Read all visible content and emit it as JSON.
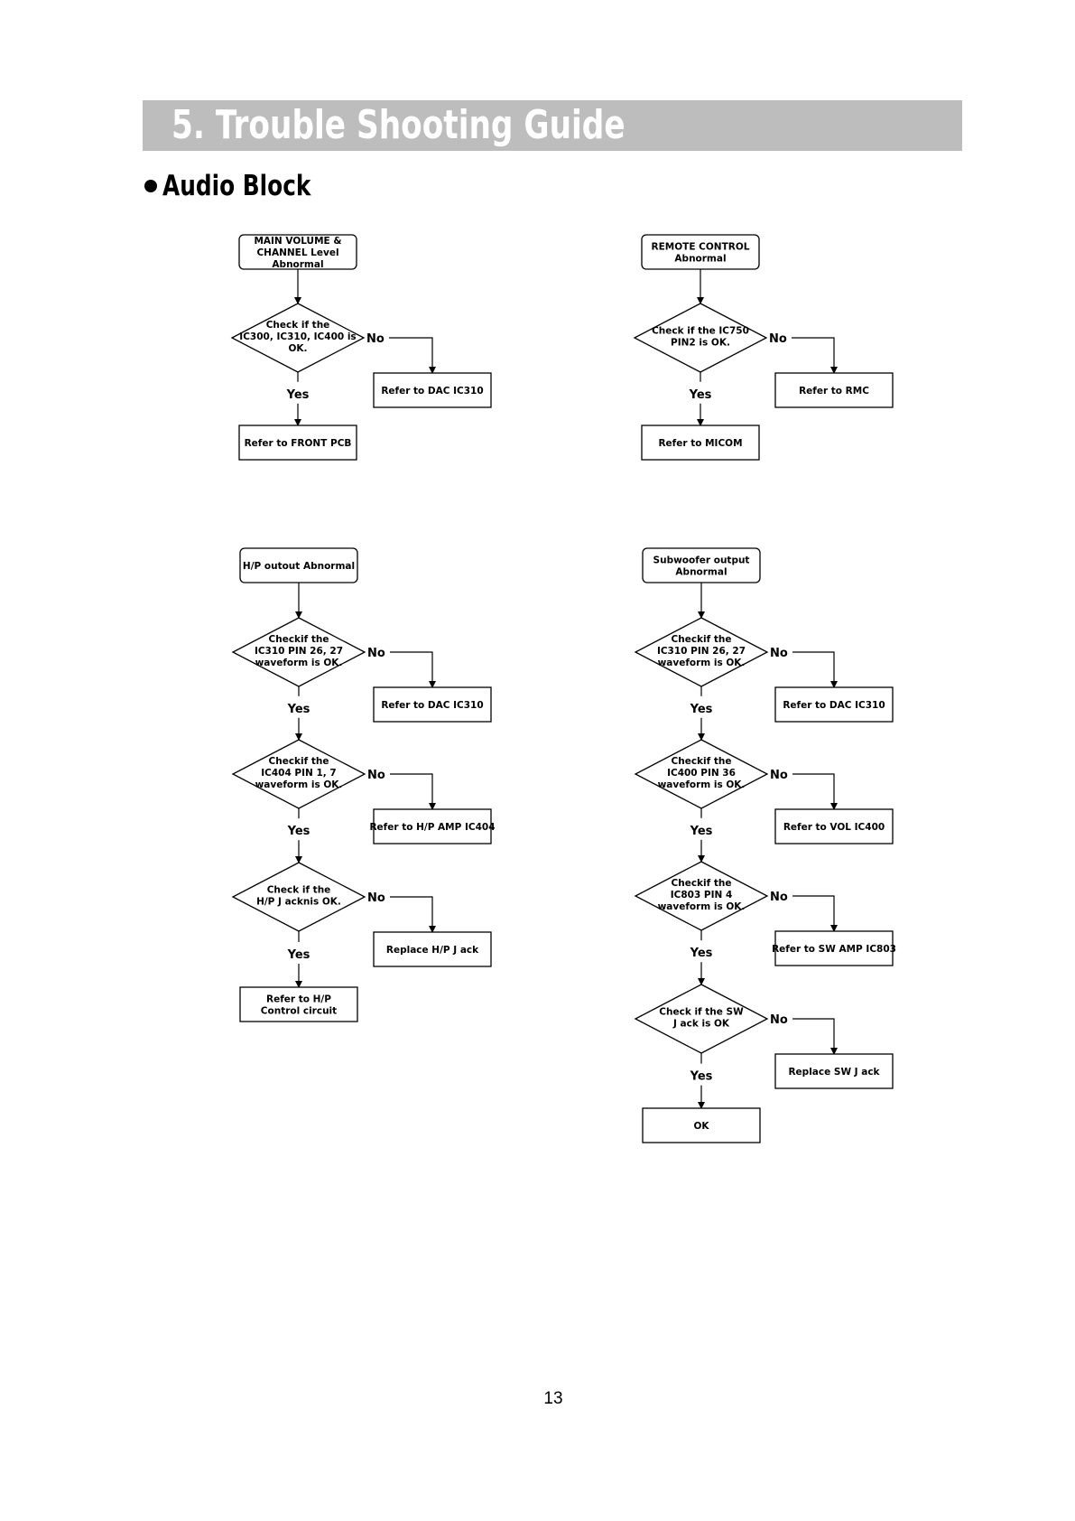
{
  "header": {
    "title": "5. Trouble Shooting Guide"
  },
  "section": {
    "title": "Audio Block"
  },
  "page_number": "13",
  "labels": {
    "yes": "Yes",
    "no": "No"
  },
  "flowcharts": [
    {
      "start": [
        "MAIN VOLUME &",
        "CHANNEL Level",
        "Abnormal"
      ],
      "steps": [
        {
          "check": [
            "Check if the",
            "IC300, IC310, IC400 is",
            "OK."
          ],
          "no_action": [
            "Refer to DAC IC310"
          ]
        }
      ],
      "end": [
        "Refer to FRONT PCB"
      ]
    },
    {
      "start": [
        "REMOTE CONTROL",
        "Abnormal"
      ],
      "steps": [
        {
          "check": [
            "Check if the IC750",
            "PIN2 is OK."
          ],
          "no_action": [
            "Refer to RMC"
          ]
        }
      ],
      "end": [
        "Refer to MICOM"
      ]
    },
    {
      "start": [
        "H/P outout Abnormal"
      ],
      "steps": [
        {
          "check": [
            "Checkif the",
            "IC310 PIN 26, 27",
            "waveform is OK."
          ],
          "no_action": [
            "Refer to DAC IC310"
          ]
        },
        {
          "check": [
            "Checkif the",
            "IC404 PIN 1, 7",
            "waveform is OK."
          ],
          "no_action": [
            "Refer to H/P AMP IC404"
          ]
        },
        {
          "check": [
            "Check if the",
            "H/P J acknis OK."
          ],
          "no_action": [
            "Replace H/P J ack"
          ]
        }
      ],
      "end": [
        "Refer to H/P",
        "Control circuit"
      ]
    },
    {
      "start": [
        "Subwoofer output",
        "Abnormal"
      ],
      "steps": [
        {
          "check": [
            "Checkif the",
            "IC310 PIN 26, 27",
            "waveform is OK."
          ],
          "no_action": [
            "Refer to DAC IC310"
          ]
        },
        {
          "check": [
            "Checkif the",
            "IC400 PIN 36",
            "waveform is OK."
          ],
          "no_action": [
            "Refer to VOL IC400"
          ]
        },
        {
          "check": [
            "Checkif the",
            "IC803 PIN 4",
            "waveform is OK."
          ],
          "no_action": [
            "Refer to SW AMP IC803"
          ]
        },
        {
          "check": [
            "Check if the SW",
            "J ack is OK"
          ],
          "no_action": [
            "Replace SW J ack"
          ]
        }
      ],
      "end": [
        "OK"
      ]
    }
  ]
}
